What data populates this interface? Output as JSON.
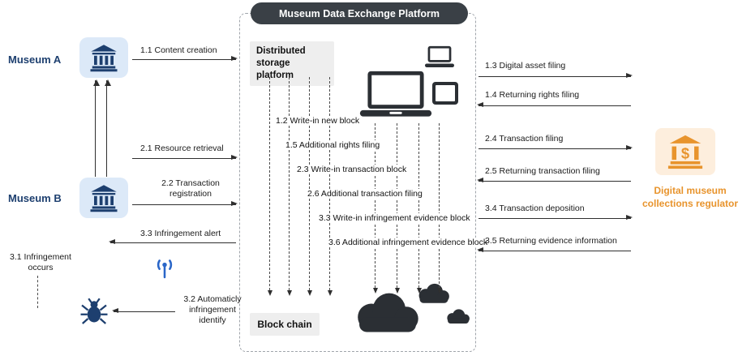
{
  "platform": {
    "header": "Museum Data Exchange Platform",
    "storage_label": "Distributed storage platform",
    "blockchain_label": "Block chain",
    "steps": [
      "1.2 Write-in new block",
      "1.5 Additional rights filing",
      "2.3 Write-in transaction block",
      "2.6 Additional transaction filing",
      "3.3 Write-in infringement evidence block",
      "3.6 Additional infringement evidence block"
    ]
  },
  "actors": {
    "museum_a": "Museum A",
    "museum_b": "Museum B",
    "regulator": "Digital museum collections regulator"
  },
  "flows": {
    "left": [
      "1.1 Content creation",
      "2.1 Resource retrieval",
      "2.2 Transaction registration",
      "3.3 Infringement alert"
    ],
    "right": [
      "1.3 Digital asset filing",
      "1.4 Returning rights filing",
      "2.4 Transaction filing",
      "2.5 Returning transaction filing",
      "3.4 Transaction deposition",
      "3.5 Returning evidence information"
    ],
    "bottom": [
      "3.1 Infringement occurs",
      "3.2 Automaticly infringement identify"
    ]
  },
  "icons": {
    "museum": "classical-building",
    "regulator": "bank-with-dollar",
    "devices": [
      "laptop",
      "monitor",
      "tablet"
    ],
    "blockchain": "clouds",
    "infringement": "bug",
    "detection": "radio-antenna"
  },
  "colors": {
    "navy": "#1d3f6f",
    "light_blue": "#dce9f8",
    "orange": "#e8942d",
    "light_orange": "#fdeedd",
    "device_dark": "#2b2f34",
    "header_bg": "#3a4046",
    "gray_box": "#eeeeee",
    "blue_accent": "#2a66c8"
  }
}
